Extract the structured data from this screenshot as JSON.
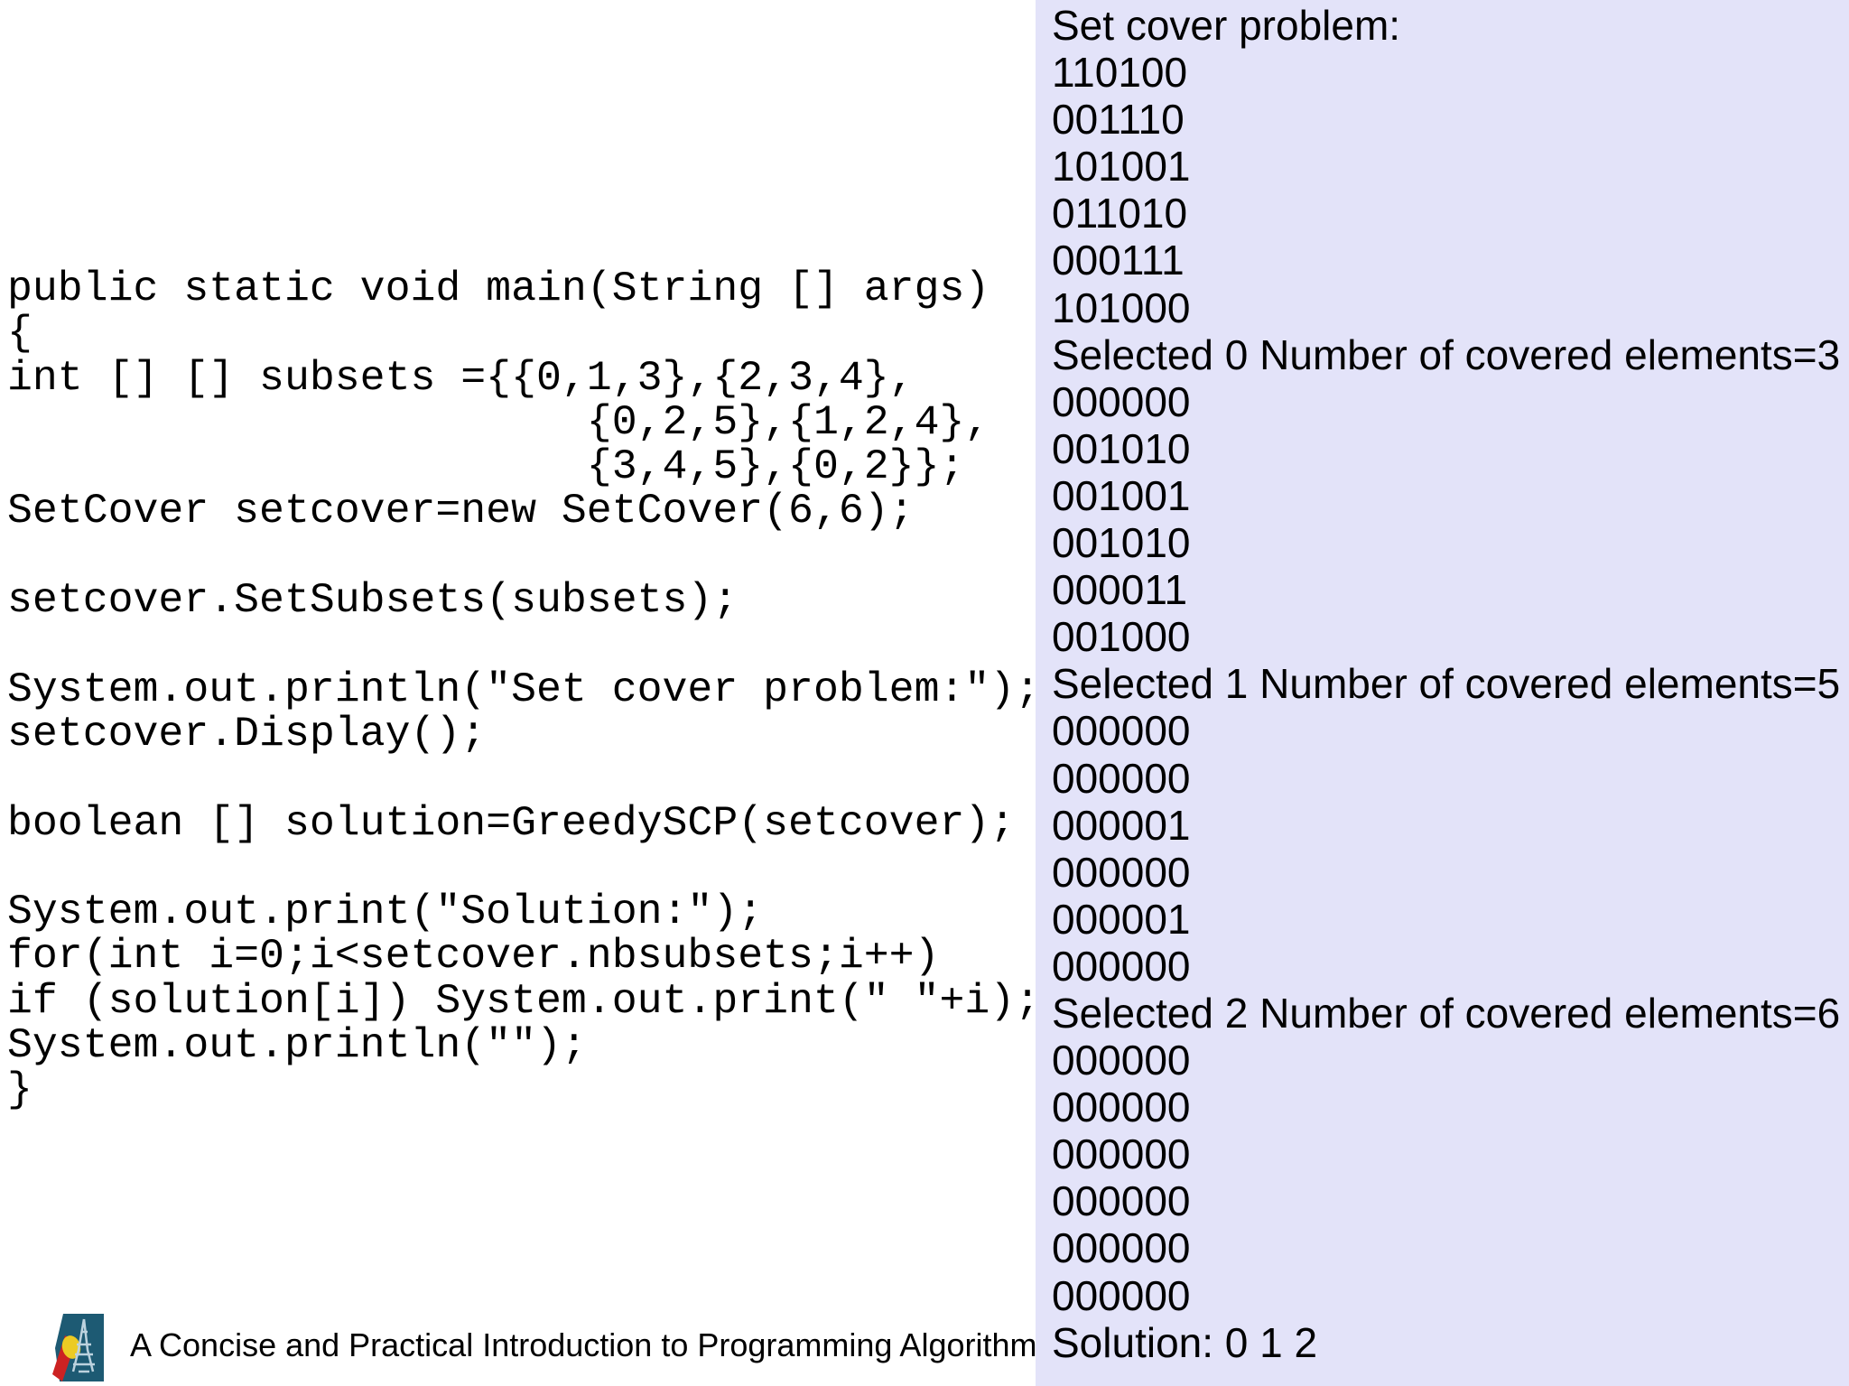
{
  "code": {
    "lines": [
      "public static void main(String [] args)",
      "{",
      "int [] [] subsets ={{0,1,3},{2,3,4},",
      "                       {0,2,5},{1,2,4},",
      "                       {3,4,5},{0,2}};",
      "SetCover setcover=new SetCover(6,6);",
      "",
      "setcover.SetSubsets(subsets);",
      "",
      "System.out.println(\"Set cover problem:\");",
      "setcover.Display();",
      "",
      "boolean [] solution=GreedySCP(setcover);",
      "",
      "System.out.print(\"Solution:\");",
      "for(int i=0;i<setcover.nbsubsets;i++)",
      "if (solution[i]) System.out.print(\" \"+i);",
      "System.out.println(\"\");",
      "}"
    ]
  },
  "output_panel": {
    "bg_color": "#e3e3f9",
    "lines": [
      "Set cover problem:",
      "110100",
      "001110",
      "101001",
      "011010",
      "000111",
      "101000",
      "Selected 0 Number of covered elements=3",
      "000000",
      "001010",
      "001001",
      "001010",
      "000011",
      "001000",
      "Selected 1 Number of covered elements=5",
      "000000",
      "000000",
      "000001",
      "000000",
      "000001",
      "000000",
      "Selected 2 Number of covered elements=6",
      "000000",
      "000000",
      "000000",
      "000000",
      "000000",
      "000000",
      "Solution: 0 1 2"
    ]
  },
  "footer": {
    "title": "A Concise and Practical Introduction to Programming Algorithm",
    "logo_name": "institution-logo",
    "logo_colors": {
      "teal": "#1d5a73",
      "red": "#cc2222",
      "yellow": "#eccb23",
      "sketch": "#bcd2de"
    }
  }
}
